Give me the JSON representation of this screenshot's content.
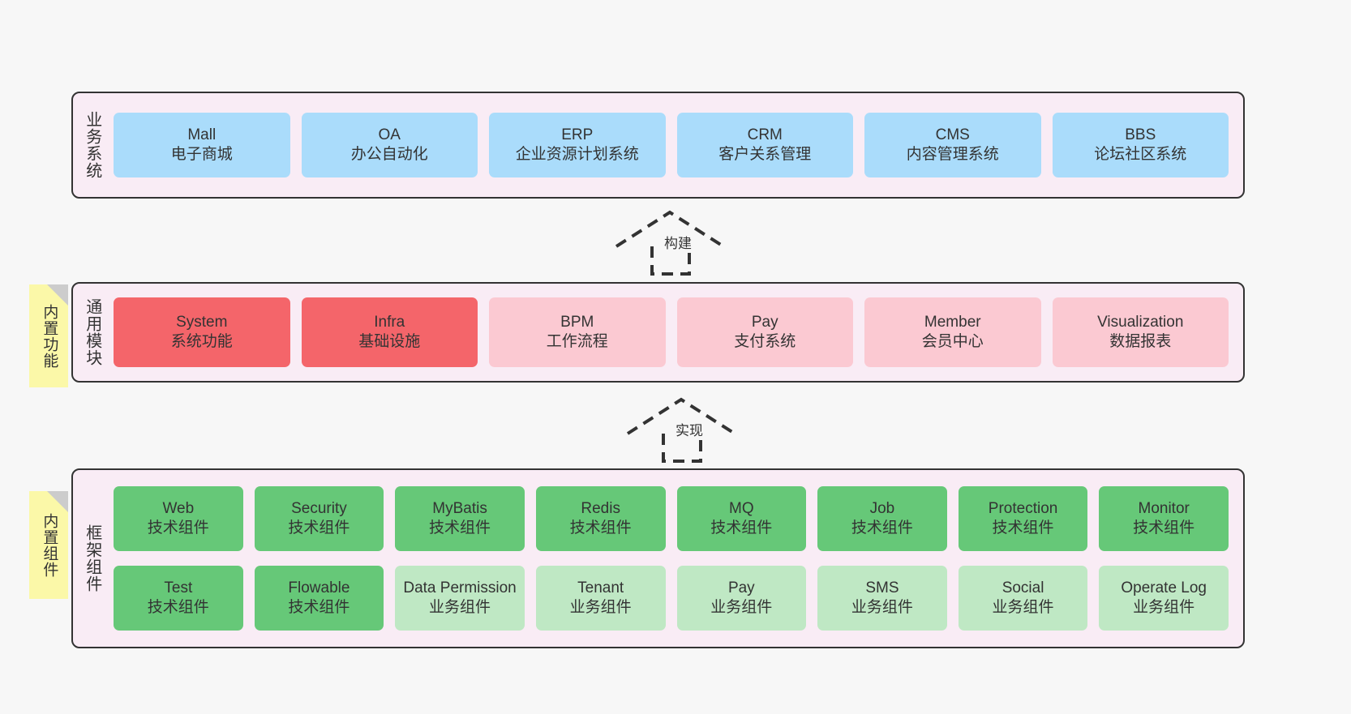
{
  "diagram": {
    "background": "#f7f7f7",
    "band_fill": "#f9ecf5",
    "band_stroke": "#333333",
    "sticky_fill": "#fbf8a8",
    "sticky_fold": "#cccccc"
  },
  "business_layer": {
    "title": "业务系统",
    "card_color": "#aadcfb",
    "cards": [
      {
        "name": "Mall",
        "desc": "电子商城"
      },
      {
        "name": "OA",
        "desc": "办公自动化"
      },
      {
        "name": "ERP",
        "desc": "企业资源计划系统"
      },
      {
        "name": "CRM",
        "desc": "客户关系管理"
      },
      {
        "name": "CMS",
        "desc": "内容管理系统"
      },
      {
        "name": "BBS",
        "desc": "论坛社区系统"
      }
    ]
  },
  "arrow_build": {
    "label": "构建"
  },
  "module_layer": {
    "title": "通用模块",
    "sticky": "内置功能",
    "strong_color": "#f4656a",
    "light_color": "#fbc9d2",
    "cards": [
      {
        "name": "System",
        "desc": "系统功能",
        "emphasis": true
      },
      {
        "name": "Infra",
        "desc": "基础设施",
        "emphasis": true
      },
      {
        "name": "BPM",
        "desc": "工作流程",
        "emphasis": false
      },
      {
        "name": "Pay",
        "desc": "支付系统",
        "emphasis": false
      },
      {
        "name": "Member",
        "desc": "会员中心",
        "emphasis": false
      },
      {
        "name": "Visualization",
        "desc": "数据报表",
        "emphasis": false
      }
    ]
  },
  "arrow_impl": {
    "label": "实现"
  },
  "framework_layer": {
    "title": "框架组件",
    "sticky": "内置组件",
    "tech_color": "#66c878",
    "biz_color": "#bfe8c4",
    "row1": [
      {
        "name": "Web",
        "desc": "技术组件"
      },
      {
        "name": "Security",
        "desc": "技术组件"
      },
      {
        "name": "MyBatis",
        "desc": "技术组件"
      },
      {
        "name": "Redis",
        "desc": "技术组件"
      },
      {
        "name": "MQ",
        "desc": "技术组件"
      },
      {
        "name": "Job",
        "desc": "技术组件"
      },
      {
        "name": "Protection",
        "desc": "技术组件"
      },
      {
        "name": "Monitor",
        "desc": "技术组件"
      }
    ],
    "row2": [
      {
        "name": "Test",
        "desc": "技术组件",
        "tech": true
      },
      {
        "name": "Flowable",
        "desc": "技术组件",
        "tech": true
      },
      {
        "name": "Data Permission",
        "desc": "业务组件",
        "tech": false
      },
      {
        "name": "Tenant",
        "desc": "业务组件",
        "tech": false
      },
      {
        "name": "Pay",
        "desc": "业务组件",
        "tech": false
      },
      {
        "name": "SMS",
        "desc": "业务组件",
        "tech": false
      },
      {
        "name": "Social",
        "desc": "业务组件",
        "tech": false
      },
      {
        "name": "Operate Log",
        "desc": "业务组件",
        "tech": false
      }
    ]
  }
}
